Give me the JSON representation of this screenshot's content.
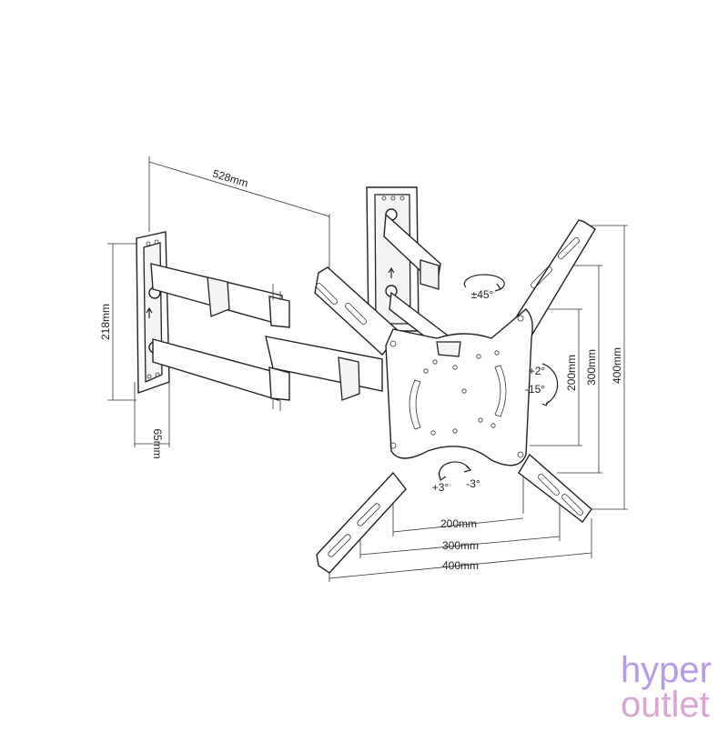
{
  "dimensions": {
    "arm_extension": "528mm",
    "wall_plate_height": "218mm",
    "wall_plate_depth": "65mm",
    "vesa_h_200": "200mm",
    "vesa_h_300": "300mm",
    "vesa_h_400": "400mm",
    "vesa_v_200": "200mm",
    "vesa_v_300": "300mm",
    "vesa_v_400": "400mm"
  },
  "angles": {
    "swivel": "±45°",
    "tilt_up": "+2°",
    "tilt_down": "-15°",
    "rotate_plus": "+3°",
    "rotate_minus": "-3°"
  },
  "brand": {
    "line1": "hyper",
    "line2": "outlet",
    "colors": [
      "#b89be8",
      "#d9a6d2"
    ]
  }
}
